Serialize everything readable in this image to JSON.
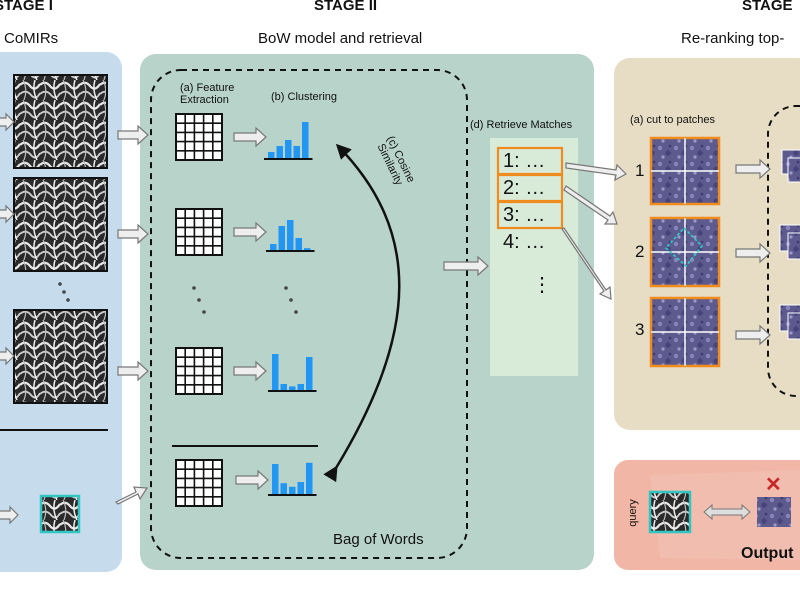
{
  "stages": {
    "stage1": {
      "title": "STAGE I",
      "subtitle": "CoMIRs"
    },
    "stage2": {
      "title": "STAGE II",
      "subtitle": "BoW model and retrieval"
    },
    "stage3": {
      "title": "STAGE",
      "subtitle": "Re-ranking top-"
    }
  },
  "stage2_panel": {
    "feature_extraction": "(a) Feature\nExtraction",
    "clustering": "(b) Clustering",
    "cosine_similarity": "(c) Cosine\nSimilarity",
    "retrieve_matches": "(d) Retrieve Matches",
    "bag_of_words": "Bag of Words",
    "ellipsis": "⋮",
    "matches": [
      {
        "label": "1: …",
        "highlighted": true
      },
      {
        "label": "2: …",
        "highlighted": true
      },
      {
        "label": "3: …",
        "highlighted": true
      },
      {
        "label": "4: …",
        "highlighted": false
      }
    ]
  },
  "stage3_panel": {
    "cut_to_patches": "(a) cut to patches",
    "ranks": [
      "1",
      "2",
      "3"
    ]
  },
  "output_panel": {
    "query": "query",
    "output": "Output",
    "reject_mark": "✕"
  },
  "colors": {
    "stage1_bg": "#c6dced",
    "stage2_bg": "#b8d3c9",
    "stage3_bg": "#e6ddc4",
    "output_bg": "#f2b6a6",
    "highlight_orange": "#f08c1e",
    "bar_blue": "#2196f3",
    "query_cyan": "#31c6c1",
    "retrieve_bg": "#d8ead8",
    "patch_purple": "#6f6a9c"
  },
  "bar_charts": [
    {
      "values": [
        1,
        2,
        3,
        2,
        6
      ]
    },
    {
      "values": [
        1,
        4,
        5,
        2,
        0.3
      ]
    },
    {
      "values": [
        6,
        1,
        0.6,
        1,
        5.5
      ]
    },
    {
      "values": [
        5,
        1.8,
        1.2,
        2,
        5.2
      ]
    }
  ]
}
